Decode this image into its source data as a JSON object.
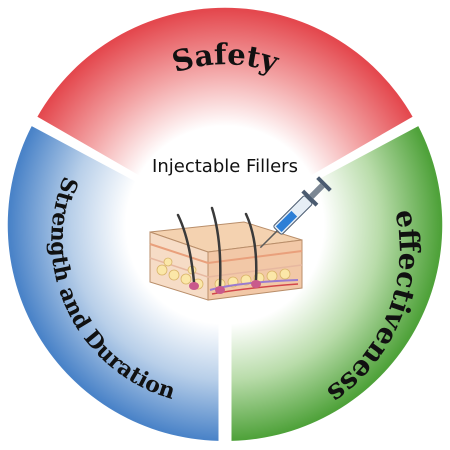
{
  "diagram": {
    "center": {
      "title": "Injectable Fillers",
      "illustration": "skin-cross-section-with-syringe"
    },
    "segments": [
      {
        "id": "safety",
        "label": "Safety",
        "color_outer": "#e4484e",
        "color_inner": "#ffffff"
      },
      {
        "id": "effectiveness",
        "label": "effectiveness",
        "color_outer": "#4fa23a",
        "color_inner": "#ffffff"
      },
      {
        "id": "strength-duration",
        "label": "Strength and Duration",
        "color_outer": "#4a83c8",
        "color_inner": "#ffffff"
      }
    ]
  }
}
